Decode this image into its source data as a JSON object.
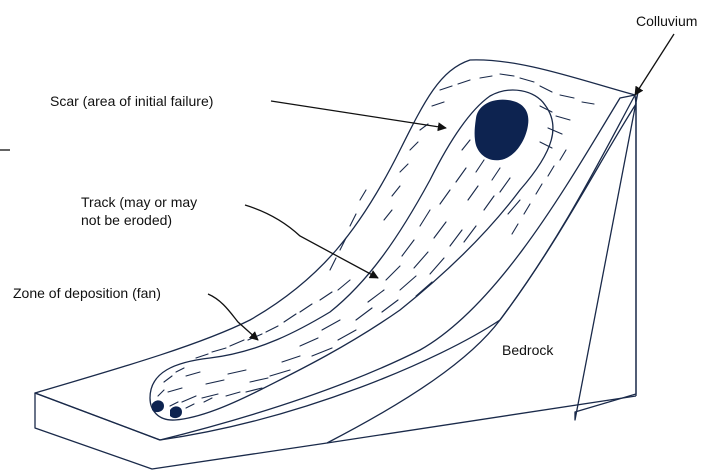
{
  "labels": {
    "colluvium": "Colluvium",
    "scar": "Scar (area of initial failure)",
    "track_line1": "Track (may or may",
    "track_line2": "not be eroded)",
    "deposition": "Zone of deposition (fan)",
    "bedrock": "Bedrock"
  },
  "colors": {
    "bedrock_face": "#7c8aac",
    "scar_fill": "#0d2350",
    "outline": "#1a2a4a",
    "background": "#ffffff"
  }
}
